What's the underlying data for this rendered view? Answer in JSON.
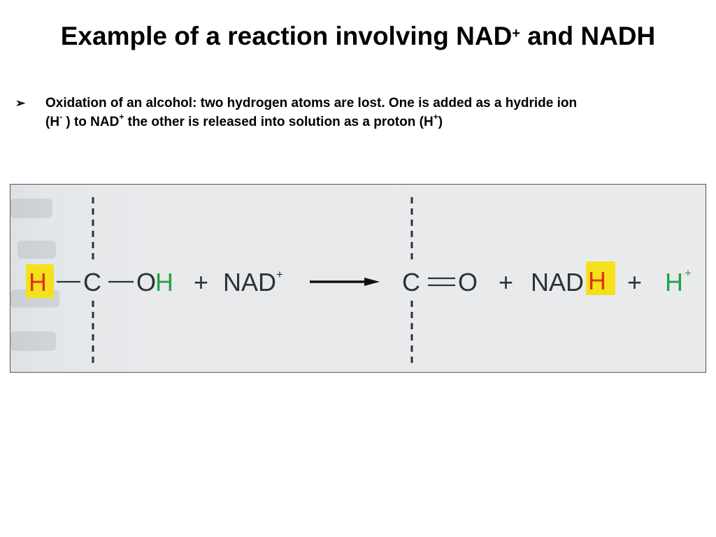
{
  "title": {
    "main": "Example of a reaction involving NAD",
    "sup": "+",
    "tail": " and NADH"
  },
  "bullets": [
    {
      "marker": "➢",
      "line1": "Oxidation of an alcohol: two hydrogen atoms are lost.  One is added as a hydride ion",
      "l2_a": "(H",
      "l2_a_sup": "-",
      "l2_b": " ) to NAD",
      "l2_b_sup": "+",
      "l2_c": " the other is released into solution as a proton (H",
      "l2_c_sup": "+",
      "l2_d": ")"
    }
  ],
  "reaction": {
    "reactant_h": "H",
    "reactant_c": "C",
    "reactant_o": "O",
    "reactant_oh_h": "H",
    "plus1": "+",
    "nad": "NAD",
    "nad_sup": "+",
    "product_c": "C",
    "product_o": "O",
    "plus2": "+",
    "nadh_nad": "NAD",
    "nadh_h": "H",
    "plus3": "+",
    "proton": "H",
    "proton_sup": "+"
  },
  "colors": {
    "highlight_yellow": "#f5e11a",
    "hydrogen_red": "#e0301e",
    "hydrogen_green": "#22a24a",
    "ink": "#2b3137"
  }
}
